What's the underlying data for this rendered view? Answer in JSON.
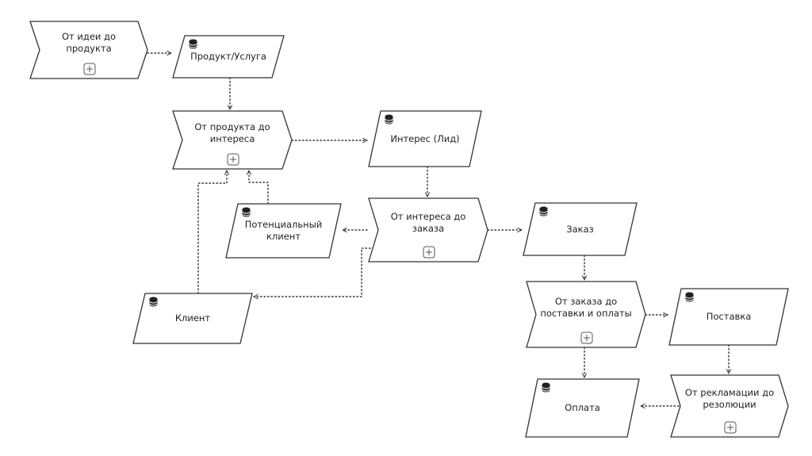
{
  "nodes": [
    {
      "id": "idea-to-product",
      "kind": "process",
      "text": "От идеи до\nпродукта"
    },
    {
      "id": "product-service",
      "kind": "data",
      "text": "Продукт/Услуга"
    },
    {
      "id": "product-to-interest",
      "kind": "process",
      "text": "От продукта до\nинтереса"
    },
    {
      "id": "interest-lead",
      "kind": "data",
      "text": "Интерес (Лид)"
    },
    {
      "id": "potential-client",
      "kind": "data",
      "text": "Потенциальный\nклиент"
    },
    {
      "id": "interest-to-order",
      "kind": "process",
      "text": "От интереса до\nзаказа"
    },
    {
      "id": "order",
      "kind": "data",
      "text": "Заказ"
    },
    {
      "id": "client",
      "kind": "data",
      "text": "Клиент"
    },
    {
      "id": "order-to-delivery",
      "kind": "process",
      "text": "От заказа до\nпоставки и оплаты"
    },
    {
      "id": "delivery",
      "kind": "data",
      "text": "Поставка"
    },
    {
      "id": "payment",
      "kind": "data",
      "text": "Оплата"
    },
    {
      "id": "complaint-to-resolution",
      "kind": "process",
      "text": "От рекламации до\nрезолюции"
    }
  ],
  "edges": [
    {
      "from": "idea-to-product",
      "to": "product-service"
    },
    {
      "from": "product-service",
      "to": "product-to-interest"
    },
    {
      "from": "product-to-interest",
      "to": "interest-lead"
    },
    {
      "from": "interest-lead",
      "to": "interest-to-order"
    },
    {
      "from": "interest-to-order",
      "to": "potential-client"
    },
    {
      "from": "potential-client",
      "to": "product-to-interest"
    },
    {
      "from": "interest-to-order",
      "to": "order"
    },
    {
      "from": "interest-to-order",
      "to": "client"
    },
    {
      "from": "client",
      "to": "product-to-interest"
    },
    {
      "from": "order",
      "to": "order-to-delivery"
    },
    {
      "from": "order-to-delivery",
      "to": "delivery"
    },
    {
      "from": "order-to-delivery",
      "to": "payment"
    },
    {
      "from": "delivery",
      "to": "complaint-to-resolution"
    },
    {
      "from": "complaint-to-resolution",
      "to": "payment"
    }
  ],
  "colors": {
    "stroke": "#333333",
    "fill": "#ffffff",
    "text": "#222222"
  },
  "icons": {
    "data": "database-icon",
    "expand": "expand-plus-icon"
  }
}
